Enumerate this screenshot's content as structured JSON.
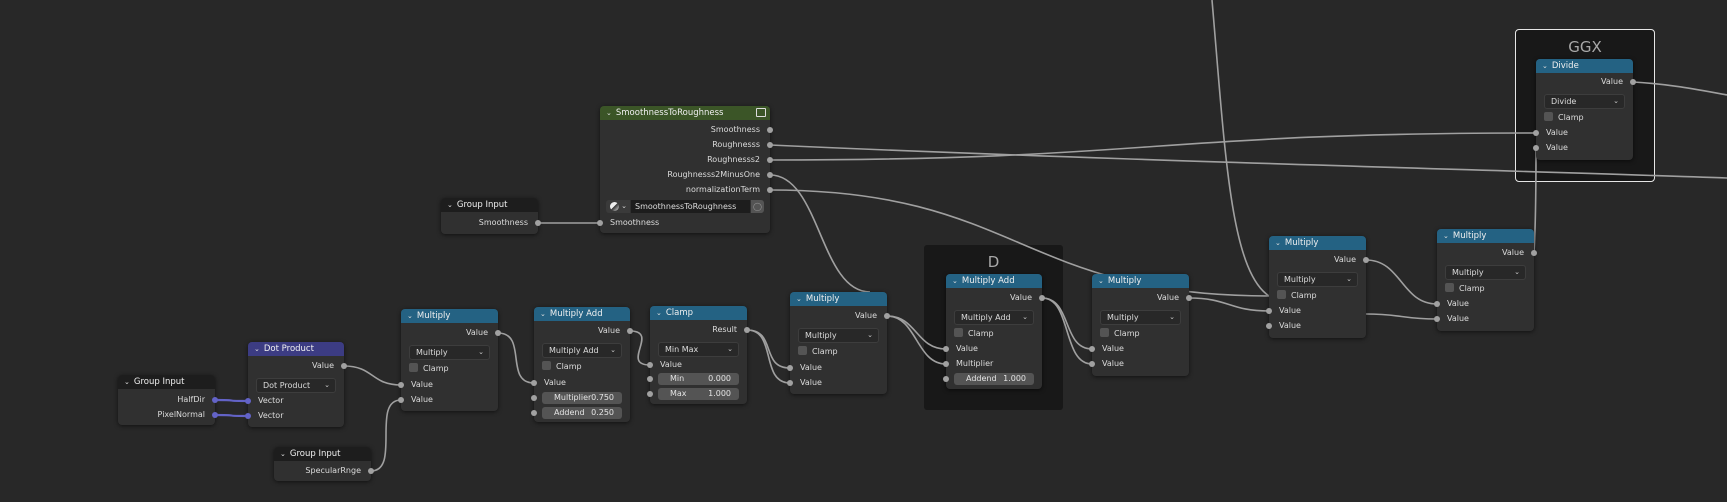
{
  "colors": {
    "background": "#282828",
    "math_header": "#246283",
    "vector_header": "#3c3c83",
    "group_header": "#3b5527",
    "group_input_header": "#1d1d1d",
    "float_socket": "#a1a1a1",
    "vector_socket": "#6363c7",
    "wire": "#a0a0a0"
  },
  "frames": {
    "d": {
      "label": "D"
    },
    "ggx": {
      "label": "GGX"
    }
  },
  "nodes": {
    "group_input_vectors": {
      "title": "Group Input",
      "outputs": [
        "HalfDir",
        "PixelNormal"
      ]
    },
    "dot_product": {
      "title": "Dot Product",
      "output": "Value",
      "operation": "Dot Product",
      "inputs": [
        "Vector",
        "Vector"
      ]
    },
    "group_input_specular": {
      "title": "Group Input",
      "outputs": [
        "SpecularRnge"
      ]
    },
    "multiply_1": {
      "title": "Multiply",
      "output": "Value",
      "operation": "Multiply",
      "clamp_label": "Clamp",
      "inputs": [
        "Value",
        "Value"
      ]
    },
    "multiply_add_1": {
      "title": "Multiply Add",
      "output": "Value",
      "operation": "Multiply Add",
      "clamp_label": "Clamp",
      "input": "Value",
      "fields": [
        {
          "label": "Multiplier",
          "value": "0.750"
        },
        {
          "label": "Addend",
          "value": "0.250"
        }
      ]
    },
    "clamp": {
      "title": "Clamp",
      "output": "Result",
      "operation": "Min Max",
      "input": "Value",
      "fields": [
        {
          "label": "Min",
          "value": "0.000"
        },
        {
          "label": "Max",
          "value": "1.000"
        }
      ]
    },
    "group_input_smoothness": {
      "title": "Group Input",
      "outputs": [
        "Smoothness"
      ]
    },
    "smoothness_to_roughness": {
      "title": "SmoothnessToRoughness",
      "outputs": [
        "Smoothness",
        "Roughnesss",
        "Roughnesss2",
        "Roughnesss2MinusOne",
        "normalizationTerm"
      ],
      "group_name": "SmoothnessToRoughness",
      "input": "Smoothness"
    },
    "multiply_2": {
      "title": "Multiply",
      "output": "Value",
      "operation": "Multiply",
      "clamp_label": "Clamp",
      "inputs": [
        "Value",
        "Value"
      ]
    },
    "multiply_add_d": {
      "title": "Multiply Add",
      "output": "Value",
      "operation": "Multiply Add",
      "clamp_label": "Clamp",
      "inputs": [
        "Value",
        "Multiplier"
      ],
      "fields": [
        {
          "label": "Addend",
          "value": "1.000"
        }
      ]
    },
    "multiply_3": {
      "title": "Multiply",
      "output": "Value",
      "operation": "Multiply",
      "clamp_label": "Clamp",
      "inputs": [
        "Value",
        "Value"
      ]
    },
    "multiply_4": {
      "title": "Multiply",
      "output": "Value",
      "operation": "Multiply",
      "clamp_label": "Clamp",
      "inputs": [
        "Value",
        "Value"
      ]
    },
    "multiply_5": {
      "title": "Multiply",
      "output": "Value",
      "operation": "Multiply",
      "clamp_label": "Clamp",
      "inputs": [
        "Value",
        "Value"
      ]
    },
    "divide": {
      "title": "Divide",
      "output": "Value",
      "operation": "Divide",
      "clamp_label": "Clamp",
      "inputs": [
        "Value",
        "Value"
      ]
    }
  }
}
